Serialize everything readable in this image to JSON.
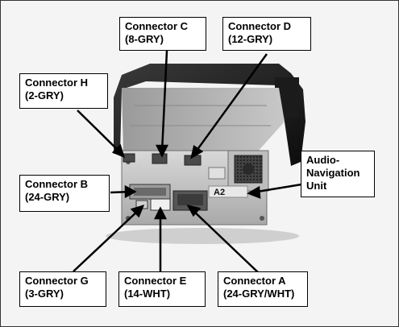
{
  "figure": {
    "background": "#f4f4f4",
    "callouts": {
      "c": {
        "name": "Connector C",
        "spec": "(8-GRY)"
      },
      "d": {
        "name": "Connector D",
        "spec": "(12-GRY)"
      },
      "h": {
        "name": "Connector H",
        "spec": "(2-GRY)"
      },
      "b": {
        "name": "Connector B",
        "spec": "(24-GRY)"
      },
      "unit": {
        "line1": "Audio-",
        "line2": "Navigation",
        "line3": "Unit"
      },
      "g": {
        "name": "Connector G",
        "spec": "(3-GRY)"
      },
      "e": {
        "name": "Connector E",
        "spec": "(14-WHT)"
      },
      "a": {
        "name": "Connector A",
        "spec": "(24-GRY/WHT)"
      }
    },
    "unit_marking": "A2"
  }
}
